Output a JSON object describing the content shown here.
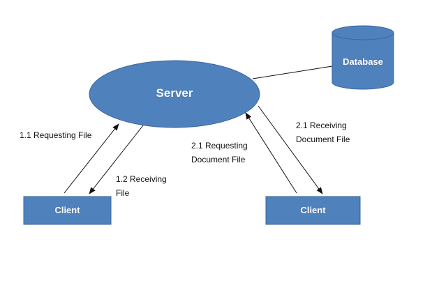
{
  "colors": {
    "node_fill": "#4F81BD",
    "node_stroke": "#3A6699",
    "arrow": "#111111"
  },
  "nodes": {
    "server": "Server",
    "database": "Database",
    "client_left": "Client",
    "client_right": "Client"
  },
  "edges": {
    "left_request": [
      "1.1 Requesting File"
    ],
    "left_receive": [
      "1.2 Receiving",
      "File"
    ],
    "right_request": [
      "2.1 Requesting",
      "Document File"
    ],
    "right_receive": [
      "2.1 Receiving",
      "Document File"
    ]
  }
}
